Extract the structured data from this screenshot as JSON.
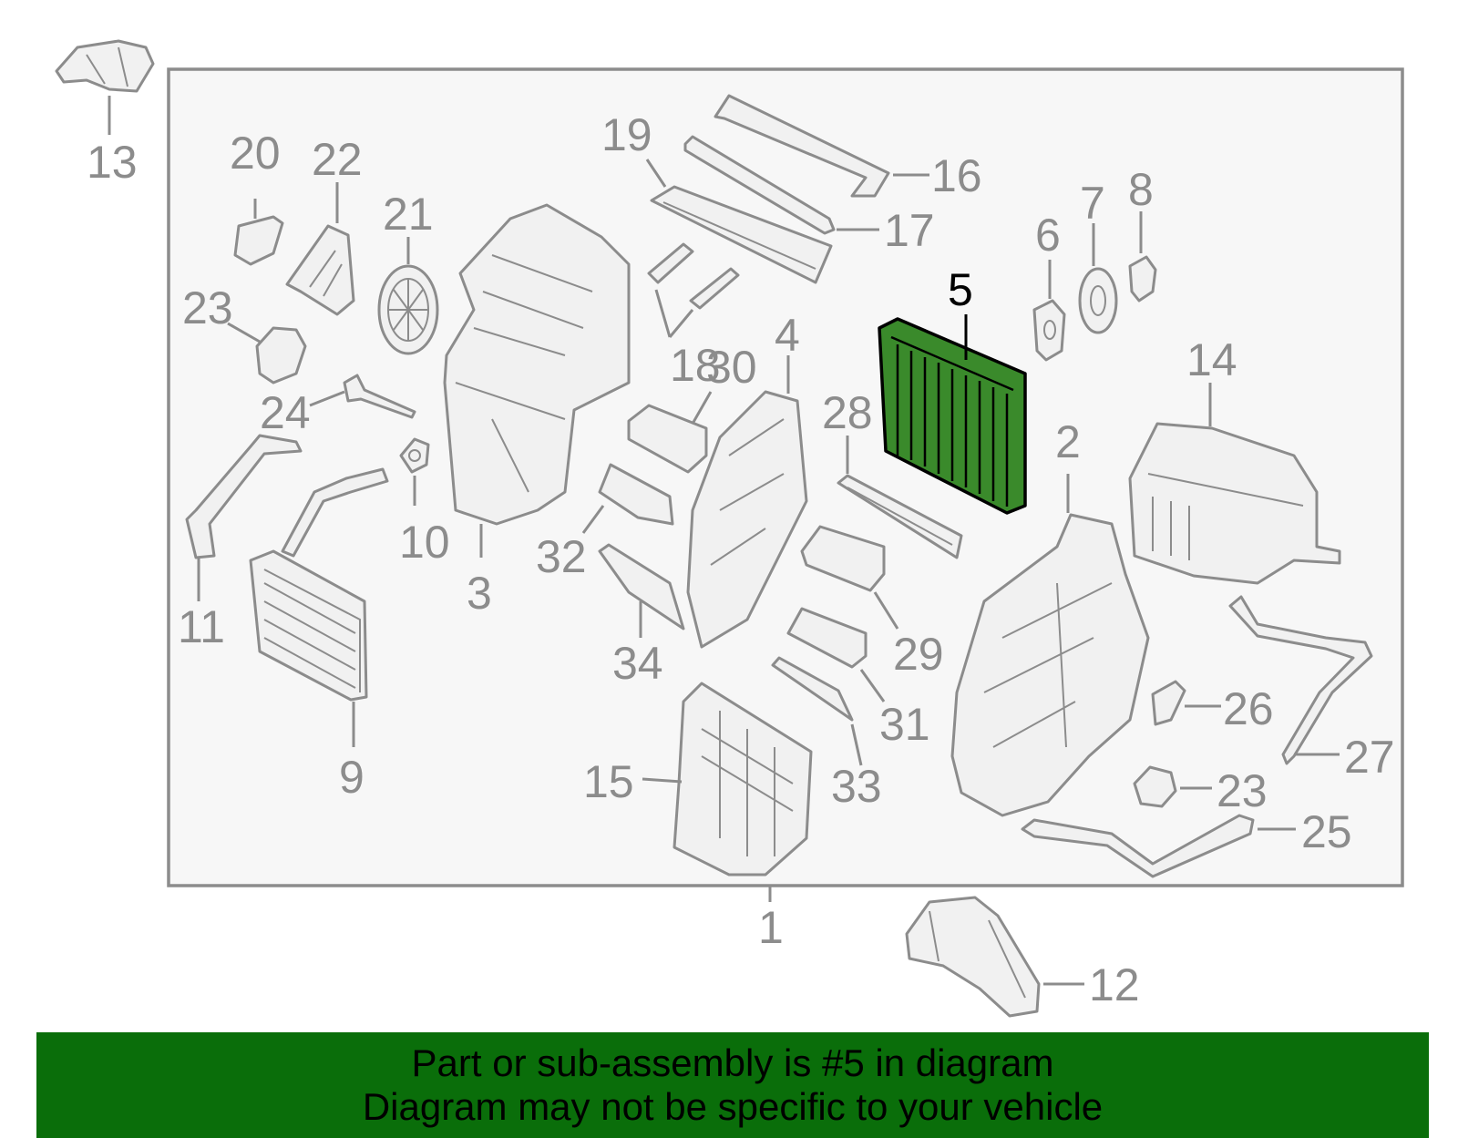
{
  "banner": {
    "line1": "Part or sub-assembly is #5 in diagram",
    "line2": "Diagram may not be specific to your vehicle",
    "color": "#0a6e0a"
  },
  "highlight": {
    "part_number": "5",
    "color": "#3a8a2b"
  },
  "callouts": {
    "c1": "1",
    "c2": "2",
    "c3": "3",
    "c4": "4",
    "c5": "5",
    "c6": "6",
    "c7": "7",
    "c8": "8",
    "c9": "9",
    "c10": "10",
    "c11": "11",
    "c12": "12",
    "c13": "13",
    "c14": "14",
    "c15": "15",
    "c16": "16",
    "c17": "17",
    "c18": "18",
    "c19": "19",
    "c20": "20",
    "c21": "21",
    "c22": "22",
    "c23a": "23",
    "c23b": "23",
    "c24": "24",
    "c25": "25",
    "c26": "26",
    "c27": "27",
    "c28": "28",
    "c29": "29",
    "c30": "30",
    "c31": "31",
    "c32": "32",
    "c33": "33",
    "c34": "34"
  }
}
